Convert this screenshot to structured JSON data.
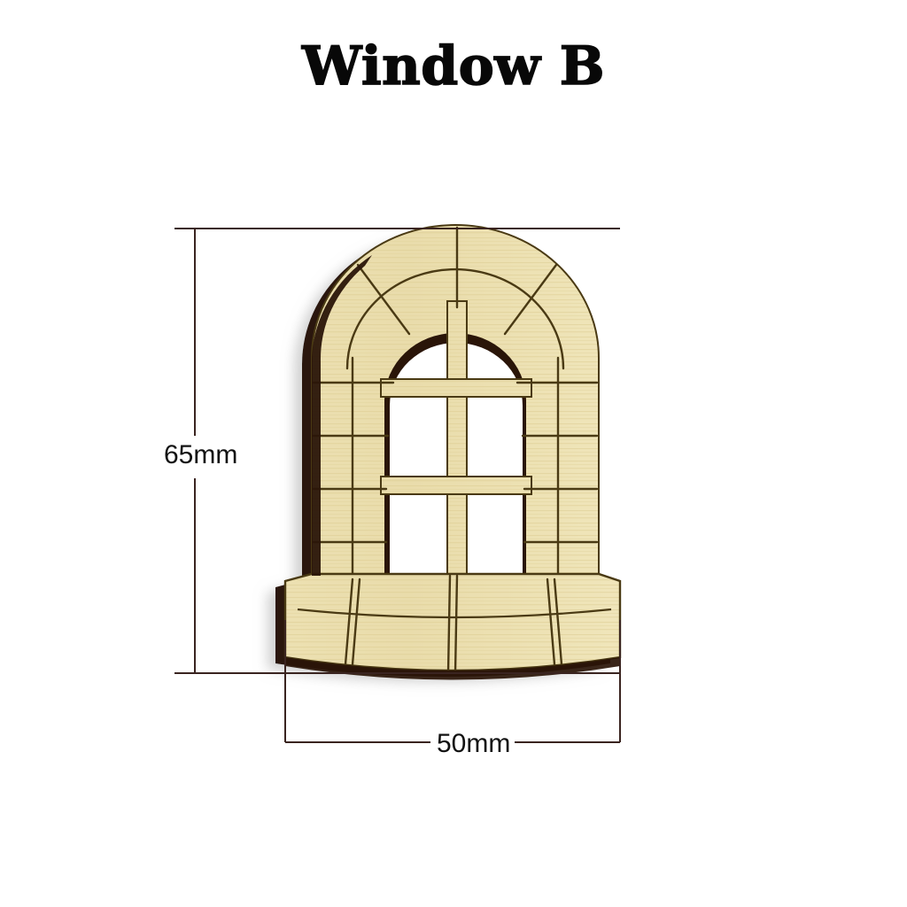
{
  "page": {
    "background_color": "#ffffff"
  },
  "title": {
    "text": "Window B"
  },
  "dimensions": {
    "height": {
      "label": "65mm",
      "axis": "vertical"
    },
    "width": {
      "label": "50mm",
      "axis": "horizontal"
    },
    "line_color": "#3a2420"
  },
  "product": {
    "name": "arched-window-wood-cutout",
    "material_colors": {
      "wood_light": "#f0e6bd",
      "wood_mid": "#e7d9a6",
      "wood_shade": "#dccb92",
      "engrave_line": "#4a3a14",
      "burnt_edge": "#2a1508",
      "cut_through": "#ffffff",
      "drop_shadow": "#c9c9c9"
    },
    "parts": [
      {
        "name": "arch-top",
        "detail": "voussoir stones with radial joint lines and concentric ring"
      },
      {
        "name": "keystone",
        "detail": "center radial line at apex of arch"
      },
      {
        "name": "left-jamb",
        "detail": "stacked stone courses with horizontal mortar lines"
      },
      {
        "name": "right-jamb",
        "detail": "stacked stone courses with horizontal mortar lines"
      },
      {
        "name": "window-opening",
        "detail": "cut-through arched aperture"
      },
      {
        "name": "mullion-vertical",
        "detail": "center vertical glazing bar"
      },
      {
        "name": "mullion-horizontal-upper",
        "detail": "upper transom bar"
      },
      {
        "name": "mullion-horizontal-lower",
        "detail": "lower transom bar"
      },
      {
        "name": "window-sill",
        "detail": "curved segmented ledge below opening"
      }
    ],
    "pane_count": 6
  }
}
